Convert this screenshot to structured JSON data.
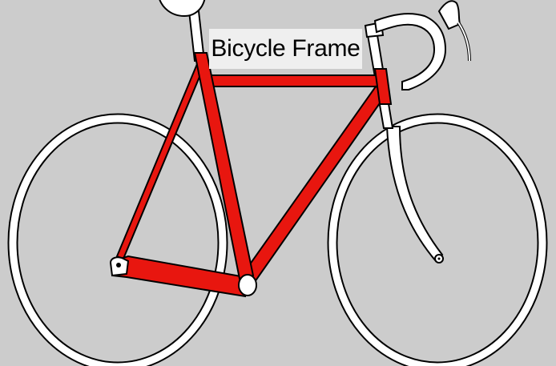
{
  "diagram": {
    "label": "Bicycle Frame",
    "colors": {
      "background": "#cccccc",
      "frame": "#e8160f",
      "outline": "#000000",
      "parts": "#ffffff",
      "label_background": "#efefef"
    },
    "parts": [
      "rear-wheel",
      "front-wheel",
      "saddle",
      "seat-post",
      "handlebar",
      "fork",
      "top-tube",
      "down-tube",
      "seat-tube",
      "seat-stay",
      "chain-stay",
      "bottom-bracket",
      "rear-dropout",
      "brake-cable"
    ]
  }
}
